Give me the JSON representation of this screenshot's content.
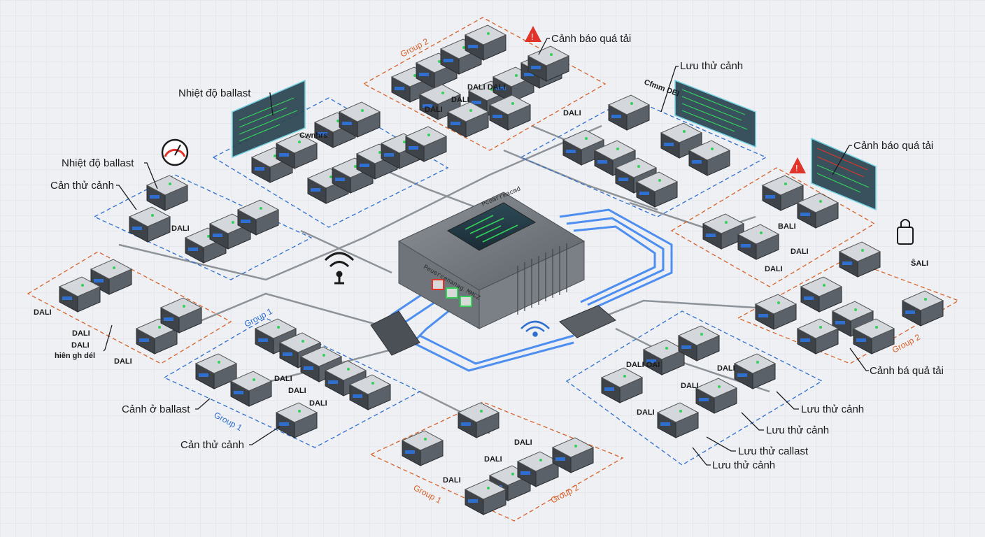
{
  "hub": {
    "model_label": "Pcemrrmacmd",
    "front_label": "Peuercenanag MMCZ"
  },
  "groups": [
    {
      "id": "g-top",
      "text": "Group 2",
      "color": "#d8622a"
    },
    {
      "id": "g-left",
      "text": "Group 1",
      "color": "#2f6fd0"
    },
    {
      "id": "g-left2",
      "text": "Group 1",
      "color": "#2f6fd0"
    },
    {
      "id": "g-right",
      "text": "Group 2",
      "color": "#d8622a"
    },
    {
      "id": "g-bot1",
      "text": "Group 1",
      "color": "#d8622a"
    },
    {
      "id": "g-bot2",
      "text": "Group 2",
      "color": "#d8622a"
    }
  ],
  "callouts": [
    {
      "id": "c1",
      "text": "Cảnh báo quá tải"
    },
    {
      "id": "c2",
      "text": "Lưu thử cảnh"
    },
    {
      "id": "c3",
      "text": "Nhiệt độ ballast"
    },
    {
      "id": "c4",
      "text": "Nhiệt độ ballast"
    },
    {
      "id": "c5",
      "text": "Cản thử cảnh"
    },
    {
      "id": "c6",
      "text": "Cảnh báo quá tải"
    },
    {
      "id": "c7",
      "text": "Cảnh bá quả tải"
    },
    {
      "id": "c8",
      "text": "Cảnh ở ballast"
    },
    {
      "id": "c9",
      "text": "Cản thử cảnh"
    },
    {
      "id": "c10",
      "text": "Lưu thử cảnh"
    },
    {
      "id": "c11",
      "text": "Lưu thử cảnh"
    },
    {
      "id": "c12",
      "text": "Lưu thử callast"
    },
    {
      "id": "c13",
      "text": "Lưu thử cảnh"
    },
    {
      "id": "c14",
      "text": "hiên gh dél"
    }
  ],
  "dali_labels": [
    "DALI",
    "DALI",
    "DALI DALI",
    "DALI",
    "DALI",
    "DALI",
    "DALI",
    "DALI",
    "DALI",
    "DALI",
    "DALI",
    "DALI",
    "DALI OAI",
    "DALI",
    "DALI",
    "DALI",
    "DALI",
    "DALI",
    "DALI",
    "BALI",
    "DALI",
    "ŜALI",
    "DALI"
  ],
  "misc_labels": {
    "screen_caption": "Cfmm DEl",
    "small_tag": "Cwnhrs"
  },
  "colors": {
    "orange_group": "#d8622a",
    "blue_group": "#2f6fd0",
    "cable_blue": "#4d8ef0",
    "warning_red": "#e0332a",
    "screen_green": "#33d05a"
  }
}
